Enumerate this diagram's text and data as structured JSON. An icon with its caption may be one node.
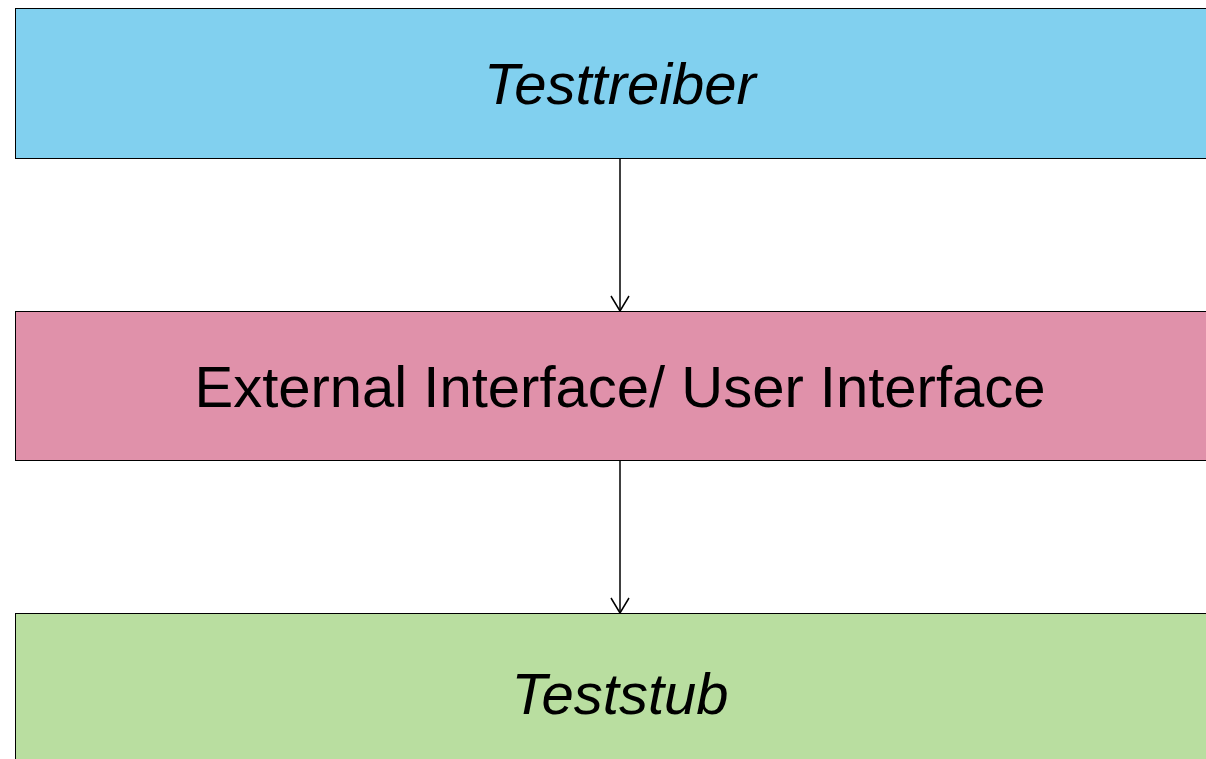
{
  "diagram": {
    "nodes": [
      {
        "text": [
          "Testtreiber"
        ]
      },
      {
        "text": [
          "External Interface/ User Interface"
        ]
      },
      {
        "text": [
          "Teststub"
        ]
      }
    ],
    "edges": [
      {
        "from": 0,
        "to": 1,
        "arrow": "to"
      },
      {
        "from": 1,
        "to": 2,
        "arrow": "to"
      }
    ]
  }
}
